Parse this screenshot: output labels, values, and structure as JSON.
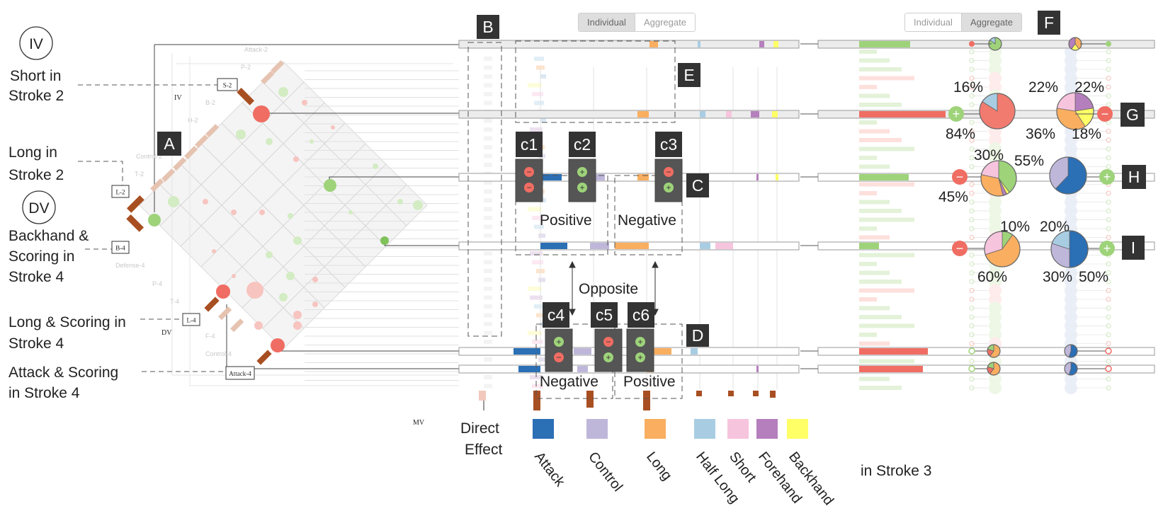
{
  "labels": {
    "iv": "IV",
    "dv": "DV",
    "short_stroke2_a": "Short in",
    "short_stroke2_b": "Stroke 2",
    "long_stroke2_a": "Long in",
    "long_stroke2_b": "Stroke 2",
    "backhand_a": "Backhand &",
    "backhand_b": "Scoring in",
    "backhand_c": "Stroke 4",
    "longscore_a": "Long & Scoring in",
    "longscore_b": "Stroke 4",
    "attack_a": "Attack & Scoring",
    "attack_b": "in Stroke 4",
    "in_stroke3": "in Stroke 3",
    "mv": "MV",
    "direct_a": "Direct",
    "direct_b": "Effect",
    "positive": "Positive",
    "negative": "Negative",
    "opposite": "Opposite"
  },
  "matrix_tags": {
    "s2": "S-2",
    "l2": "L-2",
    "b4": "B-4",
    "l4": "L-4",
    "attack4": "Attack-4",
    "iv_small": "IV",
    "dv_small": "DV",
    "attack2": "Attack-2",
    "p2": "P-2",
    "b2": "B-2",
    "h2": "H-2",
    "control2": "Control-2",
    "t2": "T-2",
    "defense4": "Defense-4",
    "p4": "P-4",
    "t4": "T-4",
    "f4": "F-4",
    "control4": "Control-4"
  },
  "badges": {
    "a": "A",
    "b": "B",
    "c": "C",
    "d": "D",
    "e": "E",
    "f": "F",
    "g": "G",
    "h": "H",
    "i": "I",
    "c1": "c1",
    "c2": "c2",
    "c3": "c3",
    "c4": "c4",
    "c5": "c5",
    "c6": "c6"
  },
  "tabs_mid": {
    "individual": "Individual",
    "aggregate": "Aggregate",
    "active": "individual"
  },
  "tabs_right": {
    "individual": "Individual",
    "aggregate": "Aggregate",
    "active": "aggregate"
  },
  "legend": [
    {
      "name": "Attack",
      "color": "#2b6fb5"
    },
    {
      "name": "Control",
      "color": "#bfb7da"
    },
    {
      "name": "Long",
      "color": "#f9ae60"
    },
    {
      "name": "Half Long",
      "color": "#a8cde3"
    },
    {
      "name": "Short",
      "color": "#f7c4de"
    },
    {
      "name": "Forehand",
      "color": "#b57fbd"
    },
    {
      "name": "Backhand",
      "color": "#ffff66"
    }
  ],
  "colors": {
    "positive": "#9ed37a",
    "negative": "#f06d63",
    "dv_bar": "#a84f22",
    "badge": "#333333"
  },
  "pies": {
    "g_left": {
      "slices": [
        {
          "value": 84,
          "label": "84%",
          "color": "#f27b70"
        },
        {
          "value": 16,
          "label": "16%",
          "color": "#a8cde3"
        }
      ]
    },
    "g_right": {
      "slices": [
        {
          "value": 22,
          "label": "22%",
          "color": "#b57fbd"
        },
        {
          "value": 18,
          "label": "18%",
          "color": "#ffff66"
        },
        {
          "value": 36,
          "label": "36%",
          "color": "#f9ae60"
        },
        {
          "value": 22,
          "label": "22%",
          "color": "#f7c4de"
        }
      ]
    },
    "h_left": {
      "slices": [
        {
          "value": 55,
          "label": "55%",
          "color": "#9ed37a"
        },
        {
          "value": 4,
          "label": "",
          "color": "#ffff66"
        },
        {
          "value": 5,
          "label": "",
          "color": "#b57fbd"
        },
        {
          "value": 45,
          "label": "45%",
          "color": "#f9ae60"
        },
        {
          "value": 30,
          "label": "30%",
          "color": "#f7c4de"
        }
      ]
    },
    "h_right": {
      "slices": [
        {
          "value": 62,
          "label": "",
          "color": "#2b6fb5"
        },
        {
          "value": 38,
          "label": "",
          "color": "#bfb7da"
        }
      ]
    },
    "i_left": {
      "slices": [
        {
          "value": 10,
          "label": "10%",
          "color": "#9ed37a"
        },
        {
          "value": 60,
          "label": "60%",
          "color": "#f9ae60"
        },
        {
          "value": 30,
          "label": "",
          "color": "#f7c4de"
        }
      ]
    },
    "i_right": {
      "slices": [
        {
          "value": 50,
          "label": "50%",
          "color": "#2b6fb5"
        },
        {
          "value": 30,
          "label": "30%",
          "color": "#bfb7da"
        },
        {
          "value": 20,
          "label": "20%",
          "color": "#a8cde3"
        }
      ]
    }
  }
}
